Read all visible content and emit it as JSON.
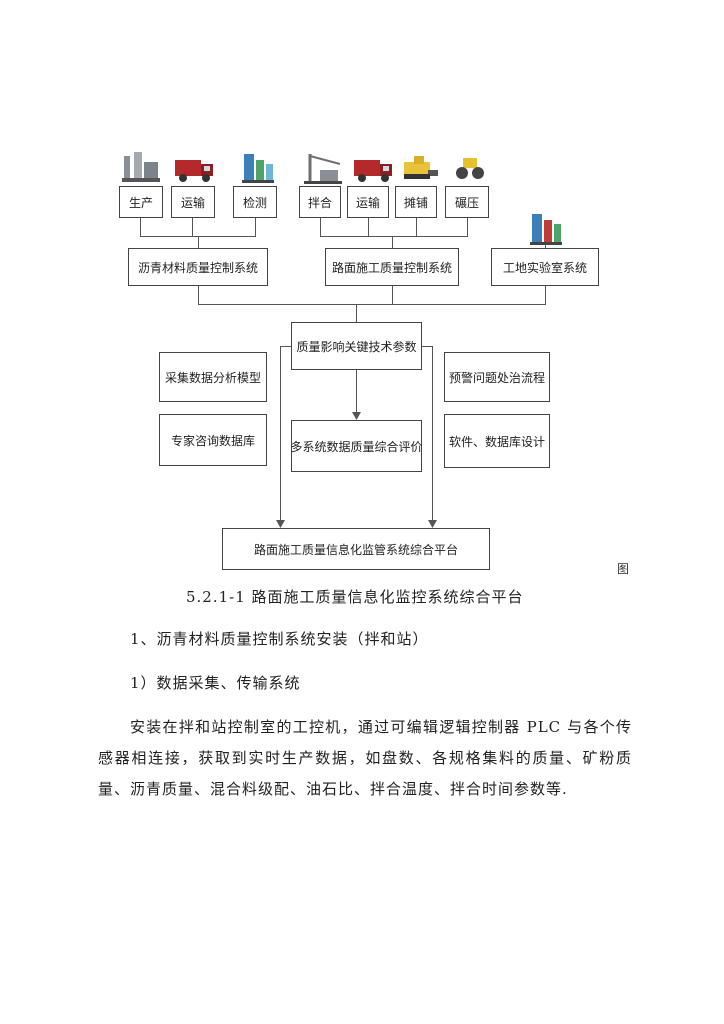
{
  "diagram": {
    "stage_boxes": [
      "生产",
      "运输",
      "检测",
      "拌合",
      "运输",
      "摊铺",
      "碾压"
    ],
    "system_boxes": [
      "沥青材料质量控制系统",
      "路面施工质量控制系统",
      "工地实验室系统"
    ],
    "center_top": "质量影响关键技术参数",
    "left_boxes": [
      "采集数据分析模型",
      "专家咨询数据库"
    ],
    "center_mid": "多系统数据质量综合评价",
    "right_boxes": [
      "预警问题处治流程",
      "软件、数据库设计"
    ],
    "bottom": "路面施工质量信息化监管系统综合平台",
    "icons": [
      "plant-icon",
      "truck-icon",
      "lab-equipment-icon",
      "crane-icon",
      "truck-icon",
      "paver-icon",
      "roller-icon",
      "lab-equipment-icon"
    ]
  },
  "caption": {
    "fig_char": "图",
    "text": "5.2.1-1 路面施工质量信息化监控系统综合平台"
  },
  "heading1": "1、沥青材料质量控制系统安装（拌和站）",
  "heading2": "1）数据采集、传输系统",
  "paragraph": "安装在拌和站控制室的工控机，通过可编辑逻辑控制器 PLC 与各个传感器相连接，获取到实时生产数据，如盘数、各规格集料的质量、矿粉质量、沥青质量、混合料级配、油石比、拌合温度、拌合时间参数等."
}
